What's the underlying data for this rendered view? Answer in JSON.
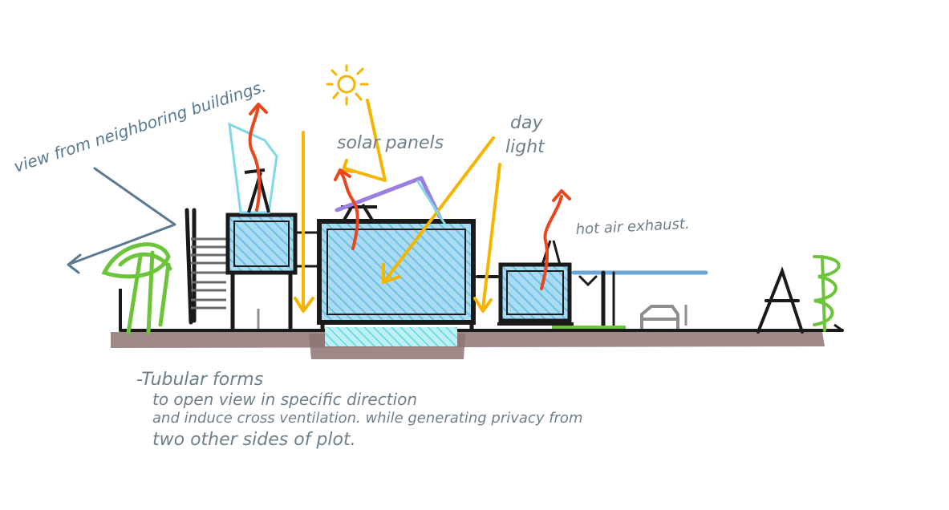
{
  "labels": {
    "view": "view from neighboring buildings.",
    "solar": "solar panels",
    "daylight_1": "day",
    "daylight_2": "light",
    "exhaust": "hot air exhaust.",
    "note_1": "-Tubular forms",
    "note_2": "to open view in specific direction",
    "note_3": "and induce cross ventilation. while generating privacy from",
    "note_4": "two other sides of plot."
  },
  "colors": {
    "ink": "#1a1a1a",
    "ground": "#8b6f6f",
    "water": "#7ec8e8",
    "sun": "#f5b400",
    "heat": "#e8461c",
    "panel": "#9b7fe0",
    "grass": "#6cc43a",
    "note": "#6e7f8a",
    "view_note": "#5a7a92"
  }
}
